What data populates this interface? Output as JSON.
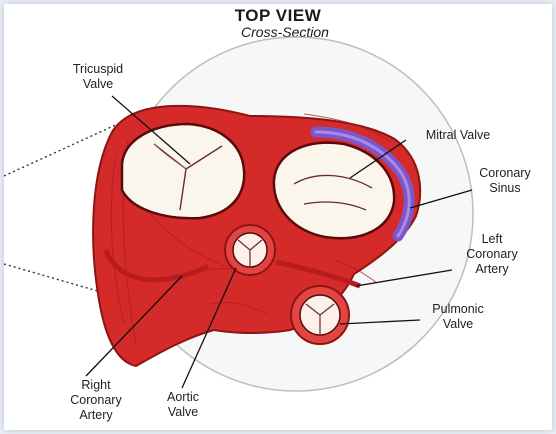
{
  "diagram": {
    "title": "TOP VIEW",
    "subtitle": "Cross-Section",
    "labels": {
      "tricuspid_valve": "Tricuspid\nValve",
      "mitral_valve": "Mitral Valve",
      "coronary_sinus": "Coronary\nSinus",
      "left_coronary_artery": "Left\nCoronary\nArtery",
      "pulmonic_valve": "Pulmonic\nValve",
      "aortic_valve": "Aortic\nValve",
      "right_coronary_artery": "Right\nCoronary\nArtery"
    },
    "colors": {
      "heart_red": "#d42a2a",
      "heart_dark": "#8e1414",
      "valve_cream": "#fbf6ec",
      "coronary_sinus_purple": "#7b57c9",
      "circle_outline": "#bdbdbd"
    }
  }
}
